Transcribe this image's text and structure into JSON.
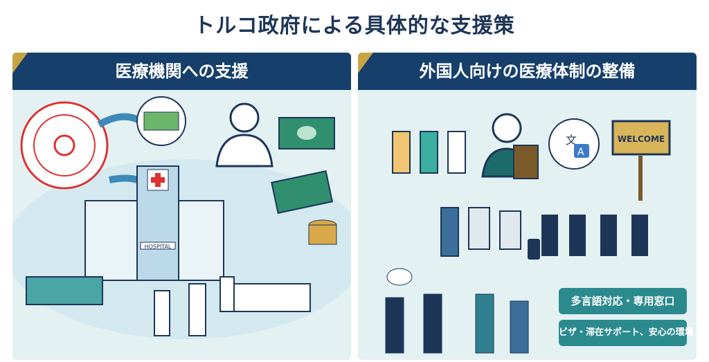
{
  "title": "トルコ政府による具体的な支援策",
  "left_panel": {
    "header": "医療機関への支援",
    "hospital_sign": "HOSPITAL"
  },
  "right_panel": {
    "header": "外国人向けの医療体制の整備",
    "welcome_sign": "WELCOME",
    "translate_icon": {
      "source": "文",
      "target": "A"
    },
    "badges": [
      "多言語対応・専用窓口",
      "ビザ・滞在サポート、安心の環境"
    ]
  },
  "colors": {
    "navy": "#173f6b",
    "teal": "#2a8a8e",
    "gold": "#c9a443",
    "panel_bg": "#e3f1f3"
  }
}
